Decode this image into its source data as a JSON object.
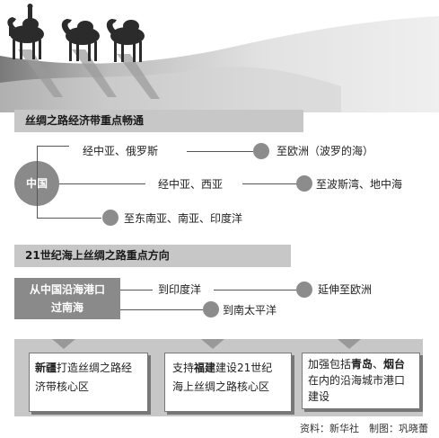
{
  "section1": {
    "title": "丝绸之路经济带重点畅通",
    "origin": "中国",
    "routes": [
      {
        "via": "经中亚、俄罗斯",
        "dest": "至欧洲（波罗的海）"
      },
      {
        "via": "经中亚、西亚",
        "dest": "至波斯湾、地中海"
      },
      {
        "via": "",
        "dest": "至东南亚、南亚、印度洋"
      }
    ]
  },
  "section2": {
    "title": "21世纪海上丝绸之路重点方向",
    "origin_line1": "从中国沿海港口",
    "origin_line2": "过南海",
    "routes": [
      {
        "via": "到印度洋",
        "dest": "延伸至欧洲"
      },
      {
        "dest": "到南太平洋"
      }
    ]
  },
  "cards": [
    {
      "line1_bold": "新疆",
      "line1_rest": "打造丝绸之路经",
      "line2": "济带核心区"
    },
    {
      "line1_pre": "支持",
      "line1_bold": "福建",
      "line1_rest": "建设21世纪",
      "line2": "海上丝绸之路核心区"
    },
    {
      "line1_pre": "加强包括",
      "line1_bold": "青岛",
      "line1_mid": "、",
      "line1_bold2": "烟台",
      "line2": "在内的沿海城市港口",
      "line3": "建设"
    }
  ],
  "credit": "资料：新华社　制图：巩晓蕾"
}
